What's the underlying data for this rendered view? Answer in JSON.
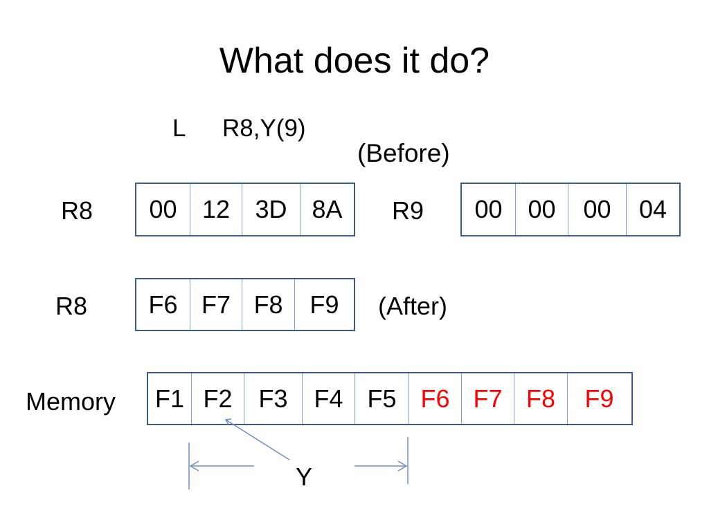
{
  "title": "What does it do?",
  "instruction": {
    "opcode": "L",
    "operands": "R8,Y(9)"
  },
  "before_label": "(Before)",
  "after_label": "(After)",
  "r8_before": {
    "label": "R8",
    "cells": [
      "00",
      "12",
      "3D",
      "8A"
    ]
  },
  "r9_before": {
    "label": "R9",
    "cells": [
      "00",
      "00",
      "00",
      "04"
    ]
  },
  "r8_after": {
    "label": "R8",
    "cells": [
      "F6",
      "F7",
      "F8",
      "F9"
    ]
  },
  "memory": {
    "label": "Memory",
    "cells": [
      "F1",
      "F2",
      "F3",
      "F4",
      "F5",
      "F6",
      "F7",
      "F8",
      "F9"
    ],
    "highlighted_from": 5
  },
  "y_label": "Y",
  "colors": {
    "box_border": "#3b5a8a",
    "cell_divider": "#7f9fcf",
    "highlight": "#ff0000",
    "arrow": "#6d8fc4"
  }
}
